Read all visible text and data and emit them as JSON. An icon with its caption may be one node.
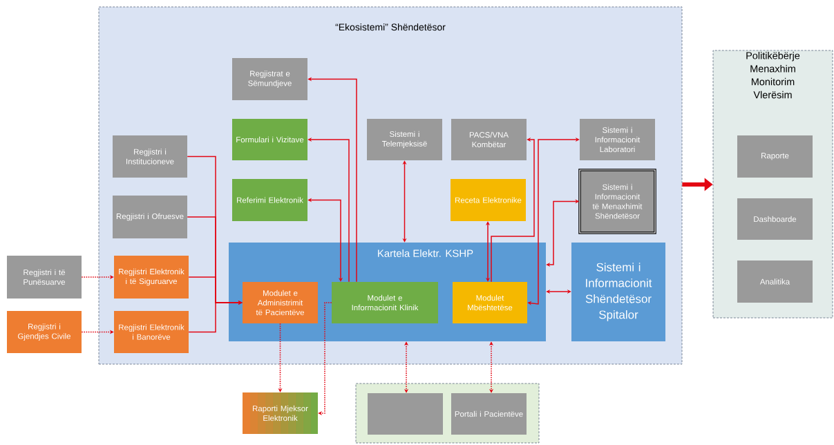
{
  "diagram": {
    "nodes": [
      {
        "text": [
          "“Ekosistemi” Shëndetësor"
        ]
      },
      {
        "text": [
          "Regjistrat e Sëmundjeve"
        ],
        "in": 0
      },
      {
        "text": [
          "Formulari i Vizitave"
        ],
        "in": 0
      },
      {
        "text": [
          "Sistemi i Telemjeksisë"
        ],
        "in": 0
      },
      {
        "text": [
          "PACS/VNA Kombëtar"
        ],
        "in": 0
      },
      {
        "text": [
          "Sistemi i Informacionit Laboratori"
        ],
        "in": 0
      },
      {
        "text": [
          "Regjistri i Institucioneve"
        ],
        "in": 0
      },
      {
        "text": [
          "Referimi Elektronik"
        ],
        "in": 0
      },
      {
        "text": [
          "Receta Elektronike"
        ],
        "in": 0
      },
      {
        "text": [
          "Sistemi i Informacionit të Menaxhimit Shëndetësor"
        ],
        "in": 0
      },
      {
        "text": [
          "Regjistri i Ofruesve"
        ],
        "in": 0
      },
      {
        "text": [
          "Kartela Elektr. KSHP"
        ],
        "in": 0
      },
      {
        "text": [
          "Sistemi i Informacionit Shëndetësor Spitalor"
        ],
        "in": 0
      },
      {
        "text": [
          "Regjistri i të Punësuarve"
        ]
      },
      {
        "text": [
          "Regjistri Elektronik i të Siguruarve"
        ],
        "in": 0
      },
      {
        "text": [
          "Modulet e Administrimit të Pacientëve"
        ],
        "in": 11
      },
      {
        "text": [
          "Modulet e Informacionit Klinik"
        ],
        "in": 11
      },
      {
        "text": [
          "Modulet Mbështetëse"
        ],
        "in": 11
      },
      {
        "text": [
          "Regjistri i Gjendjes Civile"
        ]
      },
      {
        "text": [
          "Regjistri Elektronik i Banorëve"
        ],
        "in": 0
      },
      {
        "text": [
          "Raporti Mjeksor Elektronik"
        ]
      },
      {
        "text": [],
        "shape": "box"
      },
      {
        "text": [],
        "shape": "box",
        "in": 21
      },
      {
        "text": [
          "Portali i Pacientëve"
        ],
        "in": 21
      },
      {
        "text": [
          "Politikëbërje Menaxhim Monitorim Vlerësim"
        ]
      },
      {
        "text": [
          "Raporte"
        ],
        "in": 24
      },
      {
        "text": [
          "Dashboarde"
        ],
        "in": 24
      },
      {
        "text": [
          "Analitika"
        ],
        "in": 24
      }
    ],
    "edges": [
      {
        "from": 16,
        "to": 1,
        "arrow": "to"
      },
      {
        "from": 16,
        "to": 2,
        "arrow": "to"
      },
      {
        "from": 7,
        "to": 16,
        "arrow": "both"
      },
      {
        "from": 3,
        "to": 11,
        "arrow": "both"
      },
      {
        "from": 8,
        "to": 17,
        "arrow": "both"
      },
      {
        "from": 17,
        "to": 4,
        "arrow": "to"
      },
      {
        "from": 5,
        "to": 17,
        "arrow": "both"
      },
      {
        "from": 9,
        "to": 11,
        "arrow": "both"
      },
      {
        "from": 12,
        "to": 11,
        "arrow": "both"
      },
      {
        "from": 6,
        "to": 15,
        "arrow": "to"
      },
      {
        "from": 10,
        "to": 15,
        "arrow": "to"
      },
      {
        "from": 14,
        "to": 15,
        "arrow": "to"
      },
      {
        "from": 19,
        "to": 15,
        "arrow": "to"
      },
      {
        "from": 13,
        "to": 14,
        "arrow": "to",
        "style": "dashed"
      },
      {
        "from": 18,
        "to": 19,
        "arrow": "to",
        "style": "dashed"
      },
      {
        "from": 15,
        "to": 20,
        "arrow": "to",
        "style": "dashed"
      },
      {
        "from": 16,
        "to": 20,
        "arrow": "to",
        "style": "dashed"
      },
      {
        "from": 11,
        "to": 22,
        "arrow": "both",
        "style": "dashed"
      },
      {
        "from": 11,
        "to": 23,
        "arrow": "both",
        "style": "dashed"
      },
      {
        "from": 0,
        "to": 24,
        "arrow": "to",
        "style": "thick"
      }
    ]
  }
}
